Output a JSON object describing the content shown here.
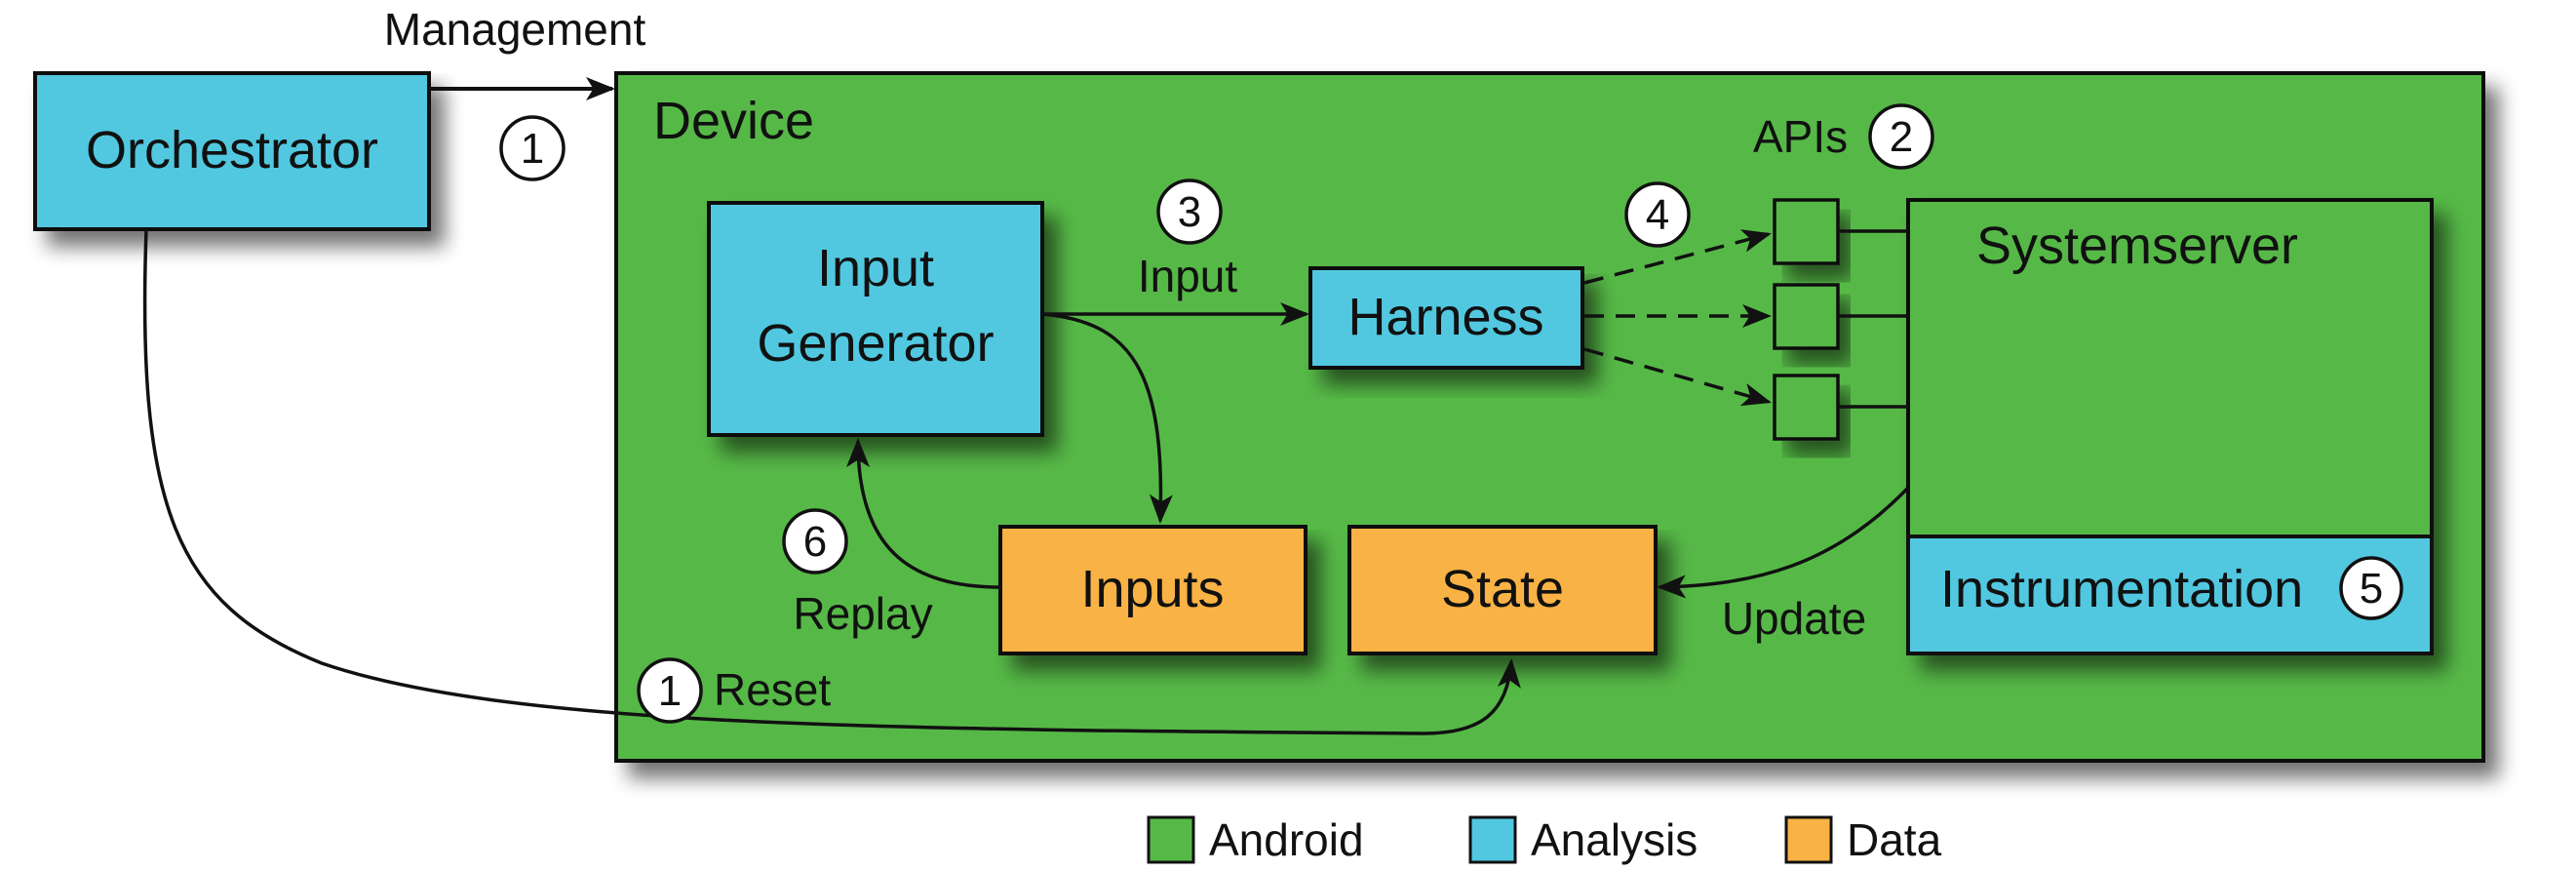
{
  "colors": {
    "android": "#56b947",
    "analysis": "#51c8e0",
    "data": "#f9b244",
    "stroke": "#111111",
    "shadow": "#000000"
  },
  "nodes": {
    "orchestrator": "Orchestrator",
    "device": "Device",
    "input_generator_line1": "Input",
    "input_generator_line2": "Generator",
    "harness": "Harness",
    "systemserver": "Systemserver",
    "instrumentation": "Instrumentation",
    "inputs": "Inputs",
    "state": "State"
  },
  "edge_labels": {
    "management": "Management",
    "input": "Input",
    "apis": "APIs",
    "replay": "Replay",
    "update": "Update",
    "reset": "Reset"
  },
  "step_numbers": {
    "management": "1",
    "apis": "2",
    "input": "3",
    "harness_calls": "4",
    "instrumentation": "5",
    "replay": "6",
    "reset": "1"
  },
  "legend": [
    {
      "label": "Android",
      "color": "#56b947"
    },
    {
      "label": "Analysis",
      "color": "#51c8e0"
    },
    {
      "label": "Data",
      "color": "#f9b244"
    }
  ]
}
